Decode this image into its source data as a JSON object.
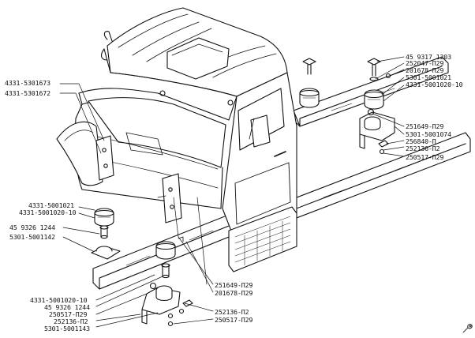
{
  "labels_left": [
    "4331-5301673",
    "4331-5301672",
    "4331-5001021",
    "4331-5001020-10",
    "45 9326 1244",
    "5301-5001142"
  ],
  "labels_right": [
    "45 9317 1203",
    "252047-П29",
    "201678-П29",
    "5301-5001021",
    "4331-5001020-10",
    "251649-П29",
    "5301-5001074",
    "256840-П",
    "252136-П2",
    "250517-П29"
  ],
  "labels_bottom_left": [
    "4331-5001020-10",
    "45 9326 1244",
    "250517-П29",
    "252136-П2",
    "5301-5001143"
  ],
  "labels_bottom_center": [
    "251649-П29",
    "201678-П29",
    "252136-П2",
    "250517-П29"
  ],
  "watermark_icon": "wrench-icon"
}
